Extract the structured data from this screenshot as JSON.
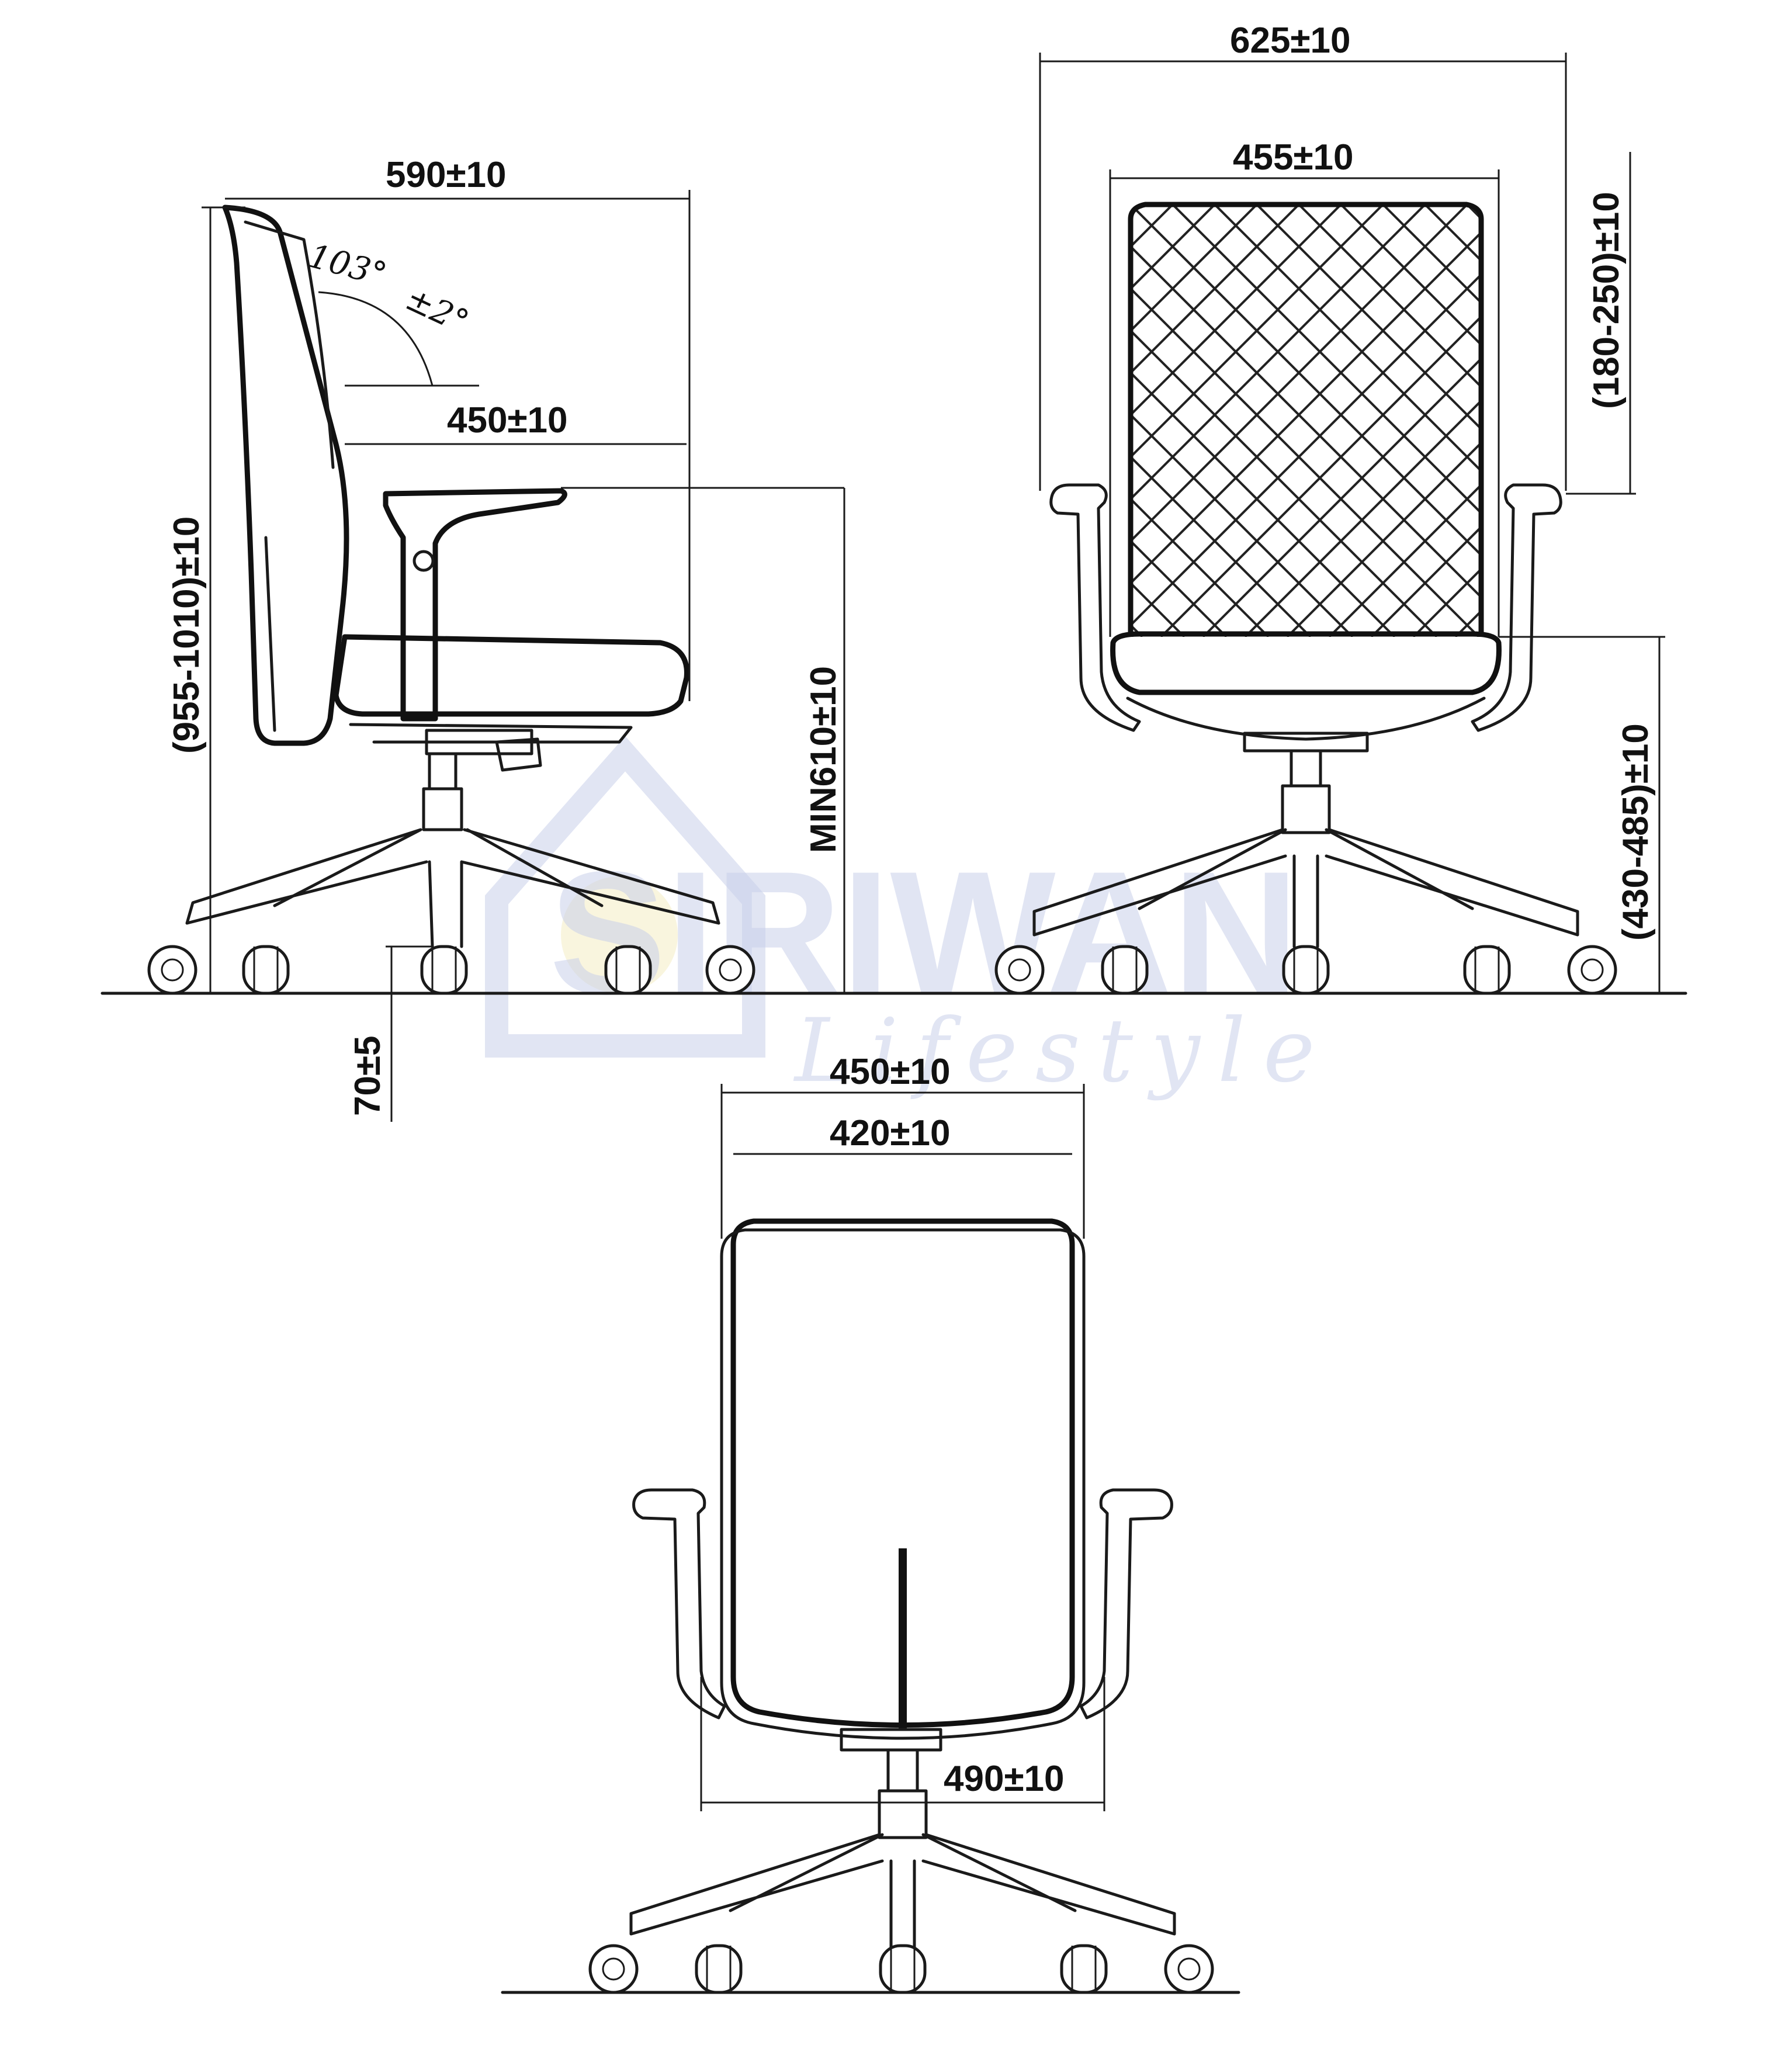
{
  "side_view": {
    "overall_depth": "590±10",
    "seat_depth": "450±10",
    "recline_angle": "103°",
    "recline_tolerance": "±2°",
    "overall_height": "(955-1010)±10",
    "armrest_height": "MIN610±10",
    "base_clearance": "70±5"
  },
  "front_view": {
    "overall_width": "625±10",
    "backrest_width": "455±10",
    "backrest_height": "(180-250)±10",
    "seat_height": "(430-485)±10"
  },
  "rear_view": {
    "seat_width": "450±10",
    "inner_width": "420±10",
    "base_width": "490±10"
  },
  "watermark": {
    "brand": "SIRIWAN",
    "tagline": "Lifestyle",
    "color": "#c9d0ea"
  }
}
